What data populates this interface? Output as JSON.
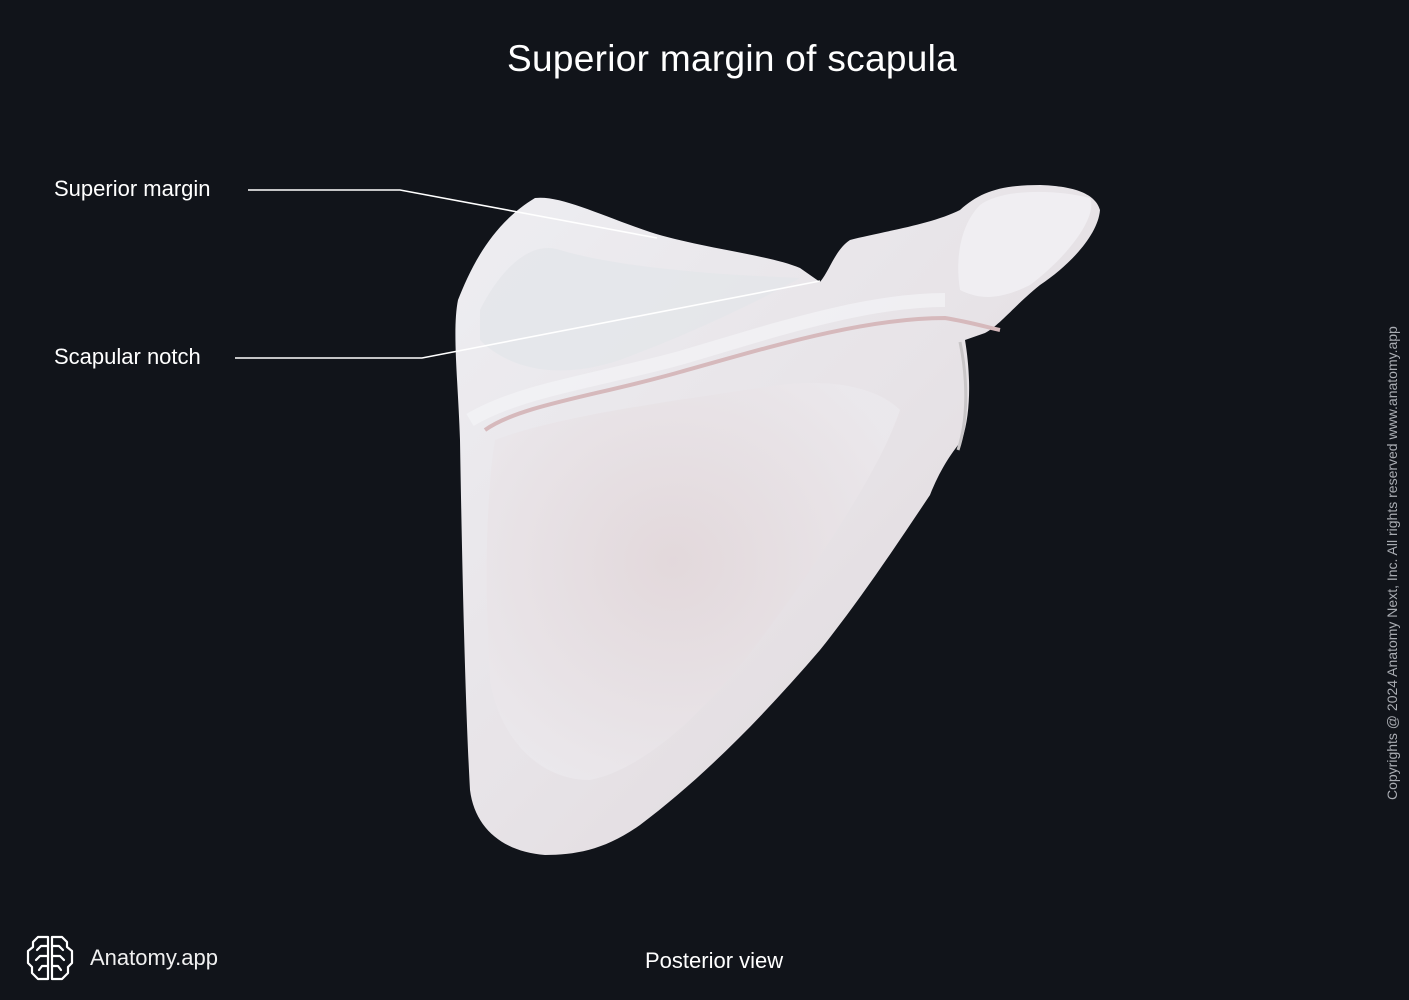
{
  "title": "Superior margin of scapula",
  "labels": [
    {
      "id": "superior-margin",
      "text": "Superior margin"
    },
    {
      "id": "scapular-notch",
      "text": "Scapular notch"
    }
  ],
  "view": "Posterior view",
  "brand": {
    "name": "Anatomy.app",
    "icon": "brain-icon"
  },
  "copyright": "Copyrights @ 2024 Anatomy Next, Inc. All rights reserved www.anatomy.app",
  "colors": {
    "background": "#11141a",
    "bone": "#e9e6ea",
    "bone_shadow": "#d9c9cc",
    "text": "#ffffff",
    "leader_line": "#ffffff"
  }
}
